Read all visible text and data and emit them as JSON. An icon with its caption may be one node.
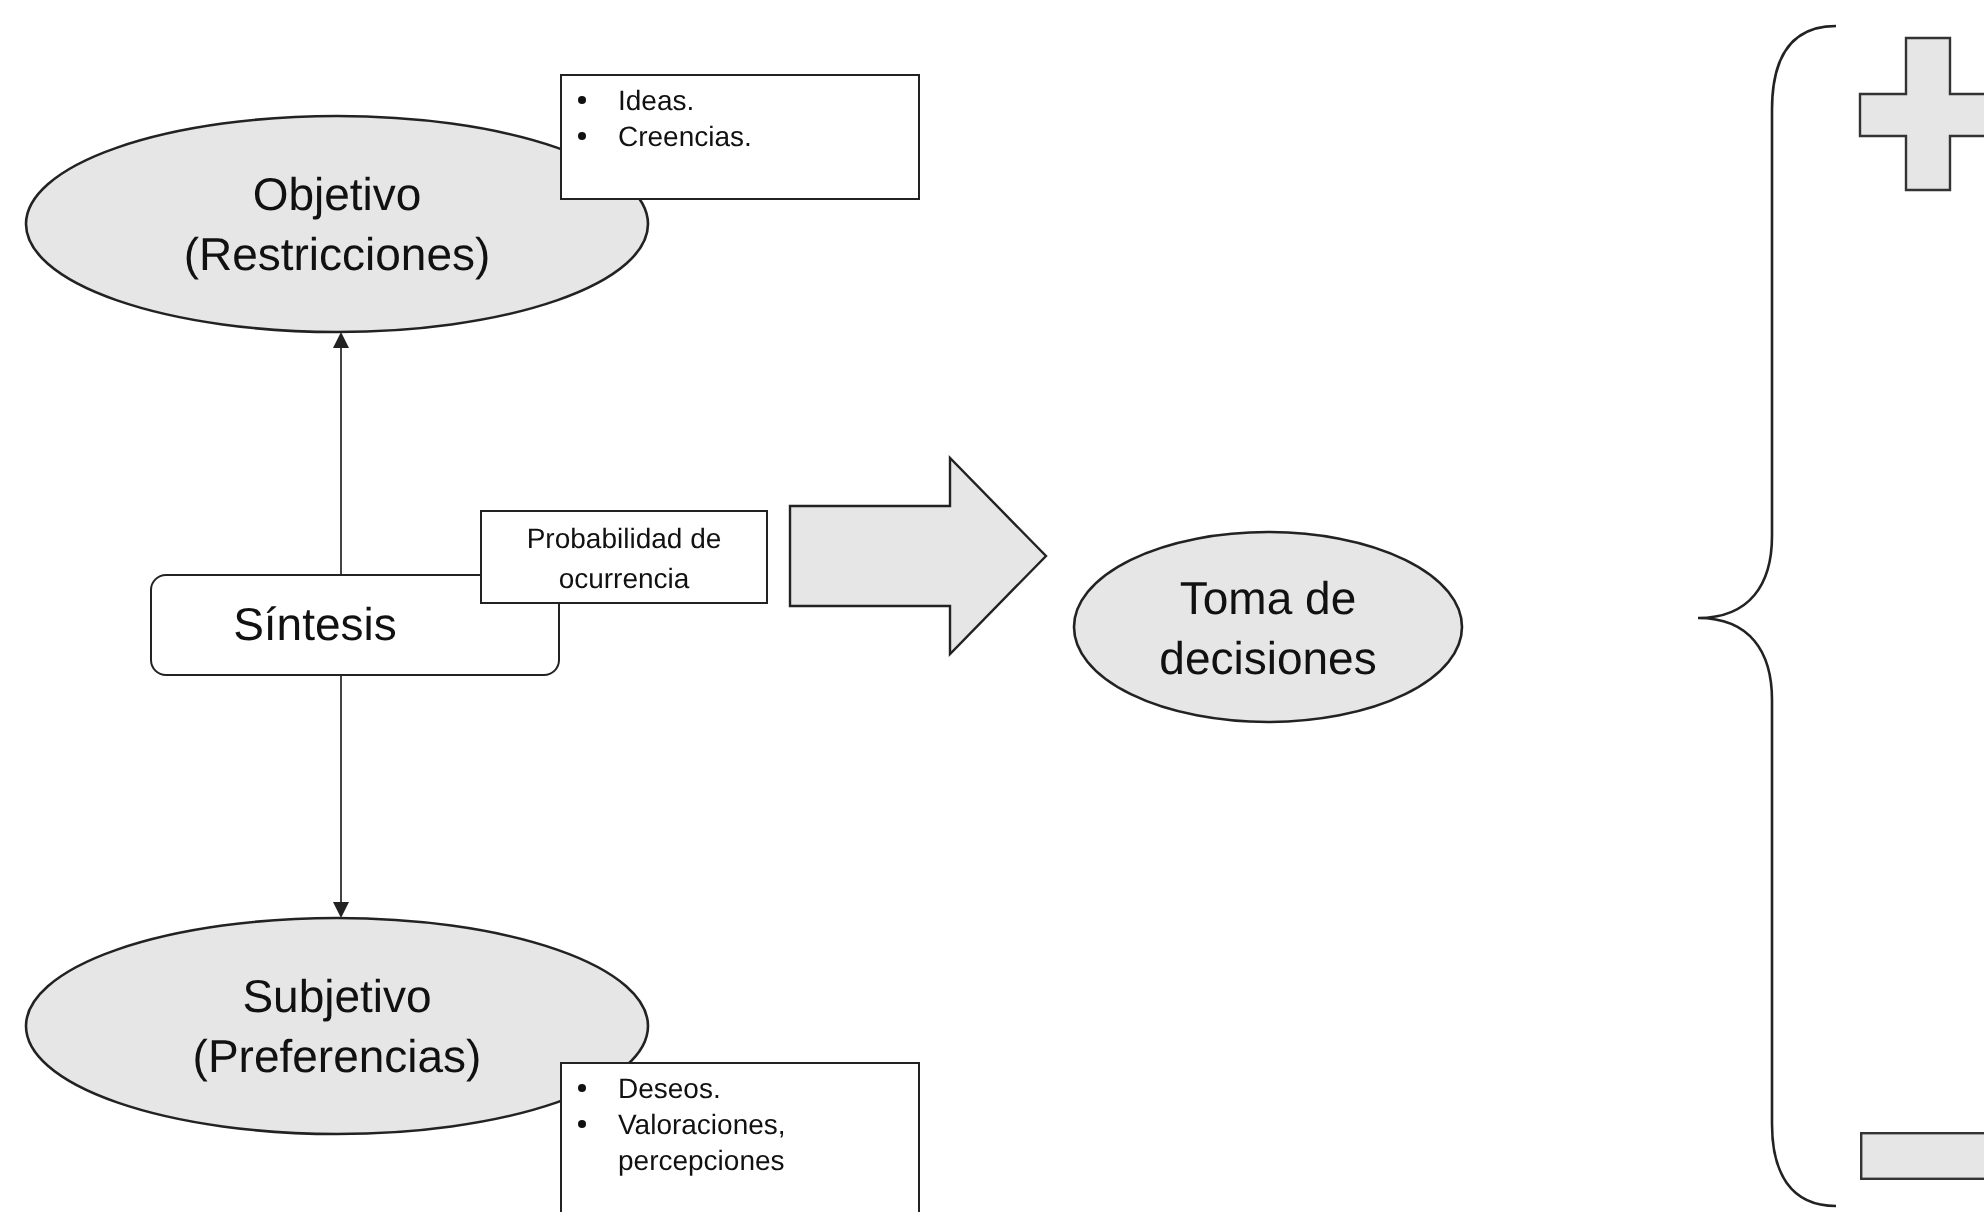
{
  "diagram": {
    "nodes": [
      {
        "text": [
          "Objetivo (Restricciones)"
        ]
      },
      {
        "text": [
          "Ideas.",
          "Creencias."
        ]
      },
      {
        "text": [],
        "shape": "cross"
      },
      {
        "text": [
          "Síntesis"
        ]
      },
      {
        "text": [
          "Probabilidad de ocurrencia"
        ]
      },
      {
        "text": [
          "Toma de decisiones"
        ]
      },
      {
        "text": [
          "Subjetivo (Preferencias)"
        ]
      },
      {
        "text": [
          "Deseos.",
          "Valoraciones, percepciones"
        ]
      },
      {
        "text": [],
        "shape": "bar"
      }
    ],
    "edges": [
      {
        "from": 3,
        "to": 0,
        "arrow": "to"
      },
      {
        "from": 3,
        "to": 6,
        "arrow": "to"
      },
      {
        "from": 4,
        "to": 5,
        "arrow": "to",
        "style": "thick"
      }
    ]
  }
}
